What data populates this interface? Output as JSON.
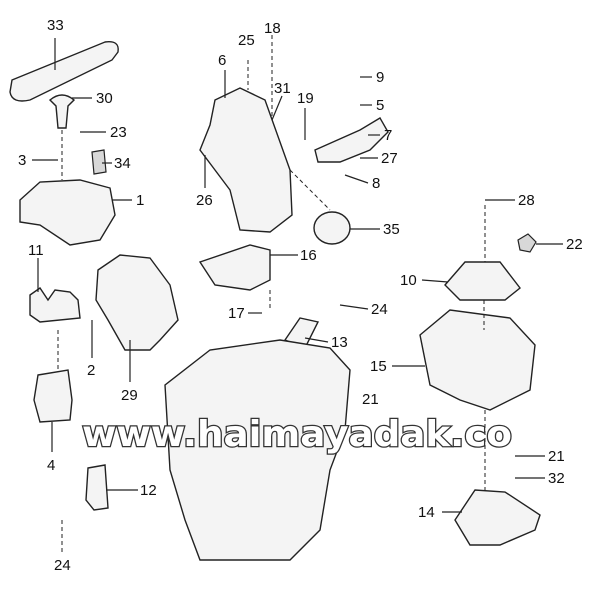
{
  "diagram": {
    "watermark": "www.haimayadak.co",
    "labels": [
      {
        "id": "33",
        "text": "33"
      },
      {
        "id": "30",
        "text": "30"
      },
      {
        "id": "23",
        "text": "23"
      },
      {
        "id": "3",
        "text": "3"
      },
      {
        "id": "34",
        "text": "34"
      },
      {
        "id": "1",
        "text": "1"
      },
      {
        "id": "11",
        "text": "11"
      },
      {
        "id": "2",
        "text": "2"
      },
      {
        "id": "29",
        "text": "29"
      },
      {
        "id": "4",
        "text": "4"
      },
      {
        "id": "12",
        "text": "12"
      },
      {
        "id": "24a",
        "text": "24"
      },
      {
        "id": "6",
        "text": "6"
      },
      {
        "id": "25",
        "text": "25"
      },
      {
        "id": "18",
        "text": "18"
      },
      {
        "id": "31",
        "text": "31"
      },
      {
        "id": "19",
        "text": "19"
      },
      {
        "id": "26",
        "text": "26"
      },
      {
        "id": "9",
        "text": "9"
      },
      {
        "id": "5",
        "text": "5"
      },
      {
        "id": "7",
        "text": "7"
      },
      {
        "id": "27",
        "text": "27"
      },
      {
        "id": "8",
        "text": "8"
      },
      {
        "id": "35",
        "text": "35"
      },
      {
        "id": "16",
        "text": "16"
      },
      {
        "id": "17",
        "text": "17"
      },
      {
        "id": "24b",
        "text": "24"
      },
      {
        "id": "13",
        "text": "13"
      },
      {
        "id": "28",
        "text": "28"
      },
      {
        "id": "22",
        "text": "22"
      },
      {
        "id": "10",
        "text": "10"
      },
      {
        "id": "15",
        "text": "15"
      },
      {
        "id": "21a",
        "text": "21"
      },
      {
        "id": "21b",
        "text": "21"
      },
      {
        "id": "32",
        "text": "32"
      },
      {
        "id": "14",
        "text": "14"
      }
    ]
  }
}
